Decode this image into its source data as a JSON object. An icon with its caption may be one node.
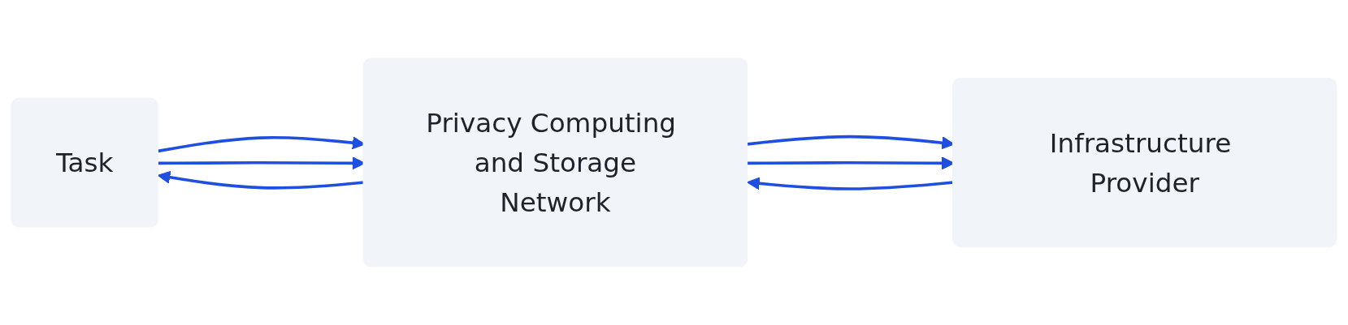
{
  "diagram": {
    "nodes": [
      {
        "text": [
          "Task"
        ]
      },
      {
        "text": [
          "Privacy Computing and Storage",
          "Network"
        ]
      },
      {
        "text": [
          "Infrastructure Provider"
        ]
      }
    ],
    "edges": [
      {
        "from": 0,
        "to": 1,
        "arrow": "to"
      },
      {
        "from": 0,
        "to": 1,
        "arrow": "to"
      },
      {
        "from": 1,
        "to": 0,
        "arrow": "to"
      },
      {
        "from": 1,
        "to": 2,
        "arrow": "to"
      },
      {
        "from": 1,
        "to": 2,
        "arrow": "to"
      },
      {
        "from": 2,
        "to": 1,
        "arrow": "to"
      }
    ]
  }
}
